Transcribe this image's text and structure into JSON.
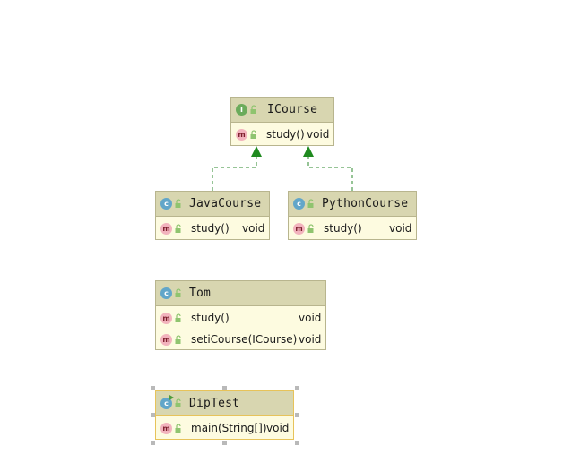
{
  "diagram": {
    "classes": [
      {
        "id": "icourse",
        "kind": "interface",
        "badge": "I",
        "name": "ICourse",
        "members": [
          {
            "badge": "m",
            "name": "study()",
            "type": "void"
          }
        ]
      },
      {
        "id": "javacourse",
        "kind": "class",
        "badge": "c",
        "name": "JavaCourse",
        "members": [
          {
            "badge": "m",
            "name": "study()",
            "type": "void"
          }
        ]
      },
      {
        "id": "pythoncourse",
        "kind": "class",
        "badge": "c",
        "name": "PythonCourse",
        "members": [
          {
            "badge": "m",
            "name": "study()",
            "type": "void"
          }
        ]
      },
      {
        "id": "tom",
        "kind": "class",
        "badge": "c",
        "name": "Tom",
        "members": [
          {
            "badge": "m",
            "name": "study()",
            "type": "void"
          },
          {
            "badge": "m",
            "name": "setiCourse(ICourse)",
            "type": "void"
          }
        ]
      },
      {
        "id": "diptest",
        "kind": "class",
        "badge": "c",
        "name": "DipTest",
        "members": [
          {
            "badge": "m",
            "name": "main(String[])",
            "type": "void"
          }
        ]
      }
    ],
    "relations": [
      {
        "from": "JavaCourse",
        "to": "ICourse",
        "type": "realization"
      },
      {
        "from": "PythonCourse",
        "to": "ICourse",
        "type": "realization"
      }
    ],
    "colors": {
      "header": "#d8d6b0",
      "body": "#fdfbe0",
      "border": "#b8b58e",
      "selected_border": "#e7c35a",
      "relation": "#2d8a2d",
      "interface_badge": "#6bab5b",
      "class_badge": "#62a6c9",
      "method_badge": "#f2b3bd"
    }
  }
}
